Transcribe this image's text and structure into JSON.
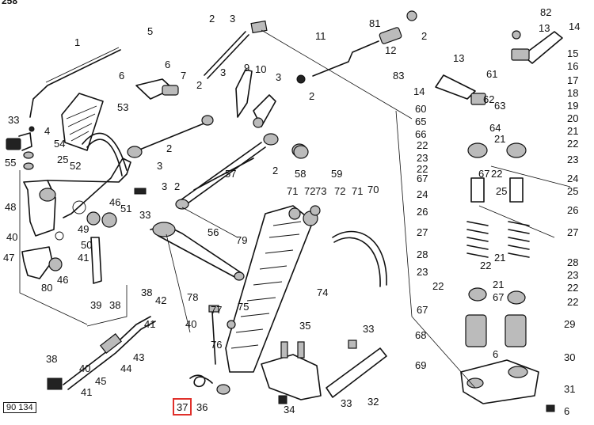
{
  "header": {
    "page_number": "258"
  },
  "figure": {
    "code": "90 134"
  },
  "highlight": {
    "callout": "37",
    "color": "#e0302b"
  },
  "callouts": [
    {
      "id": "c1",
      "text": "1"
    },
    {
      "id": "c2a",
      "text": "2"
    },
    {
      "id": "c3a",
      "text": "3"
    },
    {
      "id": "c5",
      "text": "5"
    },
    {
      "id": "c6a",
      "text": "6"
    },
    {
      "id": "c6b",
      "text": "6"
    },
    {
      "id": "c7",
      "text": "7"
    },
    {
      "id": "c2b",
      "text": "2"
    },
    {
      "id": "c3b",
      "text": "3"
    },
    {
      "id": "c9",
      "text": "9"
    },
    {
      "id": "c10",
      "text": "10"
    },
    {
      "id": "c3c",
      "text": "3"
    },
    {
      "id": "c2c",
      "text": "2"
    },
    {
      "id": "c11",
      "text": "11"
    },
    {
      "id": "c81",
      "text": "81"
    },
    {
      "id": "c2d",
      "text": "2"
    },
    {
      "id": "c12",
      "text": "12"
    },
    {
      "id": "c82",
      "text": "82"
    },
    {
      "id": "c14a",
      "text": "14"
    },
    {
      "id": "c13a",
      "text": "13"
    },
    {
      "id": "c15",
      "text": "15"
    },
    {
      "id": "c16",
      "text": "16"
    },
    {
      "id": "c13b",
      "text": "13"
    },
    {
      "id": "c61",
      "text": "61"
    },
    {
      "id": "c17",
      "text": "17"
    },
    {
      "id": "c83",
      "text": "83"
    },
    {
      "id": "c14b",
      "text": "14"
    },
    {
      "id": "c18",
      "text": "18"
    },
    {
      "id": "c62",
      "text": "62"
    },
    {
      "id": "c63",
      "text": "63"
    },
    {
      "id": "c19",
      "text": "19"
    },
    {
      "id": "c60",
      "text": "60"
    },
    {
      "id": "c65",
      "text": "65"
    },
    {
      "id": "c20",
      "text": "20"
    },
    {
      "id": "c64",
      "text": "64"
    },
    {
      "id": "c66",
      "text": "66"
    },
    {
      "id": "c21a",
      "text": "21"
    },
    {
      "id": "c22a",
      "text": "22"
    },
    {
      "id": "c21b",
      "text": "21"
    },
    {
      "id": "c22b",
      "text": "22"
    },
    {
      "id": "c23a",
      "text": "23"
    },
    {
      "id": "c23b",
      "text": "23"
    },
    {
      "id": "c22c",
      "text": "22"
    },
    {
      "id": "c67a",
      "text": "67"
    },
    {
      "id": "c22d",
      "text": "22"
    },
    {
      "id": "c67b",
      "text": "67"
    },
    {
      "id": "c24a",
      "text": "24"
    },
    {
      "id": "c24b",
      "text": "24"
    },
    {
      "id": "c25a",
      "text": "25"
    },
    {
      "id": "c25b",
      "text": "25"
    },
    {
      "id": "c26a",
      "text": "26"
    },
    {
      "id": "c26b",
      "text": "26"
    },
    {
      "id": "c27a",
      "text": "27"
    },
    {
      "id": "c27b",
      "text": "27"
    },
    {
      "id": "c28a",
      "text": "28"
    },
    {
      "id": "c28b",
      "text": "28"
    },
    {
      "id": "c22e",
      "text": "22"
    },
    {
      "id": "c21c",
      "text": "21"
    },
    {
      "id": "c23c",
      "text": "23"
    },
    {
      "id": "c23d",
      "text": "23"
    },
    {
      "id": "c22f",
      "text": "22"
    },
    {
      "id": "c21d",
      "text": "21"
    },
    {
      "id": "c22g",
      "text": "22"
    },
    {
      "id": "c67c",
      "text": "67"
    },
    {
      "id": "c67d",
      "text": "67"
    },
    {
      "id": "c22h",
      "text": "22"
    },
    {
      "id": "c68",
      "text": "68"
    },
    {
      "id": "c29",
      "text": "29"
    },
    {
      "id": "c69",
      "text": "69"
    },
    {
      "id": "c6c",
      "text": "6"
    },
    {
      "id": "c30",
      "text": "30"
    },
    {
      "id": "c31",
      "text": "31"
    },
    {
      "id": "c6d",
      "text": "6"
    },
    {
      "id": "c53",
      "text": "53"
    },
    {
      "id": "c33a",
      "text": "33"
    },
    {
      "id": "c4",
      "text": "4"
    },
    {
      "id": "c2e",
      "text": "2"
    },
    {
      "id": "c54",
      "text": "54"
    },
    {
      "id": "c55",
      "text": "55"
    },
    {
      "id": "c25c",
      "text": "25"
    },
    {
      "id": "c3d",
      "text": "3"
    },
    {
      "id": "c57",
      "text": "57"
    },
    {
      "id": "c2f",
      "text": "2"
    },
    {
      "id": "c58",
      "text": "58"
    },
    {
      "id": "c59",
      "text": "59"
    },
    {
      "id": "c52",
      "text": "52"
    },
    {
      "id": "c48",
      "text": "48"
    },
    {
      "id": "c3e",
      "text": "3"
    },
    {
      "id": "c2g",
      "text": "2"
    },
    {
      "id": "c46a",
      "text": "46"
    },
    {
      "id": "c51",
      "text": "51"
    },
    {
      "id": "c33b",
      "text": "33"
    },
    {
      "id": "c49",
      "text": "49"
    },
    {
      "id": "c40a",
      "text": "40"
    },
    {
      "id": "c50",
      "text": "50"
    },
    {
      "id": "c41a",
      "text": "41"
    },
    {
      "id": "c47",
      "text": "47"
    },
    {
      "id": "c46b",
      "text": "46"
    },
    {
      "id": "c80",
      "text": "80"
    },
    {
      "id": "c39",
      "text": "39"
    },
    {
      "id": "c38a",
      "text": "38"
    },
    {
      "id": "c56",
      "text": "56"
    },
    {
      "id": "c79",
      "text": "79"
    },
    {
      "id": "c71a",
      "text": "71"
    },
    {
      "id": "c72a",
      "text": "72"
    },
    {
      "id": "c73",
      "text": "73"
    },
    {
      "id": "c72b",
      "text": "72"
    },
    {
      "id": "c71b",
      "text": "71"
    },
    {
      "id": "c70",
      "text": "70"
    },
    {
      "id": "c74",
      "text": "74"
    },
    {
      "id": "c38b",
      "text": "38"
    },
    {
      "id": "c42",
      "text": "42"
    },
    {
      "id": "c78",
      "text": "78"
    },
    {
      "id": "c77",
      "text": "77"
    },
    {
      "id": "c75",
      "text": "75"
    },
    {
      "id": "c40b",
      "text": "40"
    },
    {
      "id": "c41b",
      "text": "41"
    },
    {
      "id": "c76",
      "text": "76"
    },
    {
      "id": "c35",
      "text": "35"
    },
    {
      "id": "c33c",
      "text": "33"
    },
    {
      "id": "c43",
      "text": "43"
    },
    {
      "id": "c44",
      "text": "44"
    },
    {
      "id": "c38c",
      "text": "38"
    },
    {
      "id": "c40c",
      "text": "40"
    },
    {
      "id": "c45",
      "text": "45"
    },
    {
      "id": "c41c",
      "text": "41"
    },
    {
      "id": "c37",
      "text": "37"
    },
    {
      "id": "c36",
      "text": "36"
    },
    {
      "id": "c34",
      "text": "34"
    },
    {
      "id": "c33d",
      "text": "33"
    },
    {
      "id": "c32",
      "text": "32"
    }
  ]
}
